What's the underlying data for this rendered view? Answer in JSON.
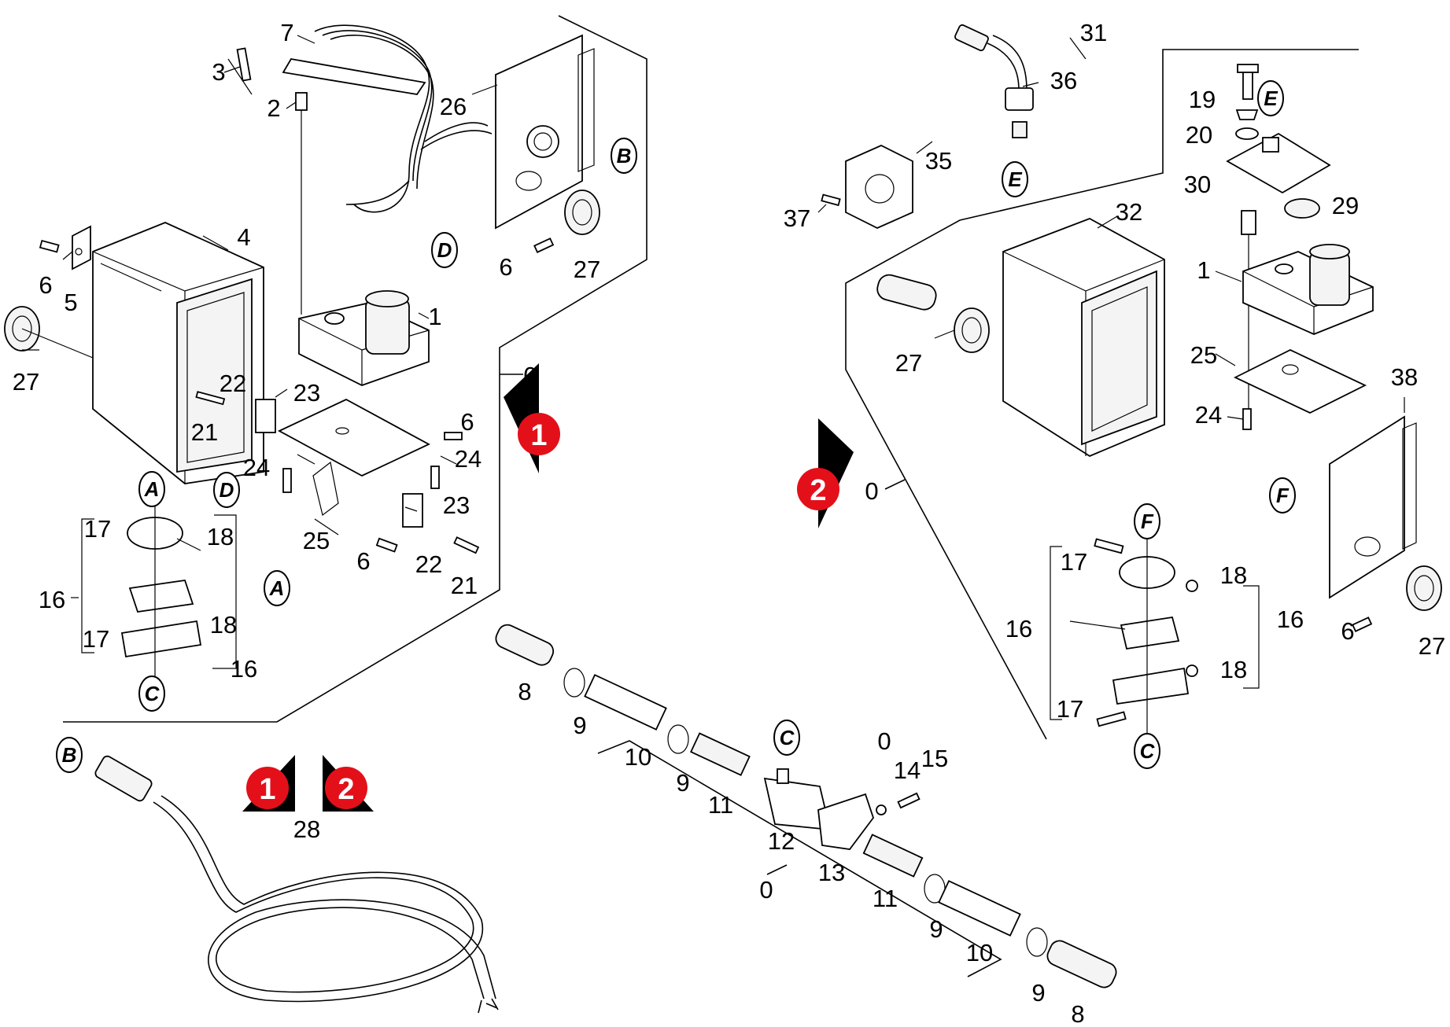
{
  "colors": {
    "badge_red": "#e3101a",
    "badge_black": "#000000",
    "line": "#000000",
    "background": "#ffffff"
  },
  "assembly_badges": [
    {
      "id": "callout-1-main",
      "label": "1"
    },
    {
      "id": "callout-2-main",
      "label": "2"
    },
    {
      "id": "callout-1-cable",
      "label": "1"
    },
    {
      "id": "callout-2-cable",
      "label": "2"
    }
  ],
  "labels": [
    {
      "id": "l1",
      "text": "7"
    },
    {
      "id": "l2",
      "text": "3"
    },
    {
      "id": "l3",
      "text": "2"
    },
    {
      "id": "l4",
      "text": "26"
    },
    {
      "id": "l5",
      "text": "4"
    },
    {
      "id": "l6",
      "text": "6"
    },
    {
      "id": "l7",
      "text": "5"
    },
    {
      "id": "l8",
      "text": "27"
    },
    {
      "id": "l9",
      "text": "6"
    },
    {
      "id": "l10",
      "text": "27"
    },
    {
      "id": "l11",
      "text": "1"
    },
    {
      "id": "l12",
      "text": "0"
    },
    {
      "id": "l13",
      "text": "22"
    },
    {
      "id": "l14",
      "text": "23"
    },
    {
      "id": "l15",
      "text": "21"
    },
    {
      "id": "l16",
      "text": "6"
    },
    {
      "id": "l17",
      "text": "24"
    },
    {
      "id": "l18",
      "text": "24"
    },
    {
      "id": "l19",
      "text": "23"
    },
    {
      "id": "l20",
      "text": "25"
    },
    {
      "id": "l21",
      "text": "6"
    },
    {
      "id": "l22",
      "text": "22"
    },
    {
      "id": "l23",
      "text": "21"
    },
    {
      "id": "l24",
      "text": "17"
    },
    {
      "id": "l25",
      "text": "18"
    },
    {
      "id": "l26",
      "text": "16"
    },
    {
      "id": "l27",
      "text": "18"
    },
    {
      "id": "l28",
      "text": "17"
    },
    {
      "id": "l29",
      "text": "16"
    },
    {
      "id": "l30",
      "text": "8"
    },
    {
      "id": "l31",
      "text": "9"
    },
    {
      "id": "l32",
      "text": "10"
    },
    {
      "id": "l33",
      "text": "9"
    },
    {
      "id": "l34",
      "text": "11"
    },
    {
      "id": "l35",
      "text": "12"
    },
    {
      "id": "l36",
      "text": "13"
    },
    {
      "id": "l37",
      "text": "0"
    },
    {
      "id": "l38",
      "text": "14"
    },
    {
      "id": "l39",
      "text": "15"
    },
    {
      "id": "l40",
      "text": "11"
    },
    {
      "id": "l41",
      "text": "9"
    },
    {
      "id": "l42",
      "text": "10"
    },
    {
      "id": "l43",
      "text": "9"
    },
    {
      "id": "l44",
      "text": "8"
    },
    {
      "id": "l45",
      "text": "0"
    },
    {
      "id": "l46",
      "text": "28"
    },
    {
      "id": "l47",
      "text": "31"
    },
    {
      "id": "l48",
      "text": "36"
    },
    {
      "id": "l49",
      "text": "35"
    },
    {
      "id": "l50",
      "text": "37"
    },
    {
      "id": "l51",
      "text": "32"
    },
    {
      "id": "l52",
      "text": "27"
    },
    {
      "id": "l53",
      "text": "19"
    },
    {
      "id": "l54",
      "text": "20"
    },
    {
      "id": "l55",
      "text": "30"
    },
    {
      "id": "l56",
      "text": "29"
    },
    {
      "id": "l57",
      "text": "1"
    },
    {
      "id": "l58",
      "text": "25"
    },
    {
      "id": "l59",
      "text": "24"
    },
    {
      "id": "l60",
      "text": "38"
    },
    {
      "id": "l61",
      "text": "0"
    },
    {
      "id": "l62",
      "text": "17"
    },
    {
      "id": "l63",
      "text": "18"
    },
    {
      "id": "l64",
      "text": "16"
    },
    {
      "id": "l65",
      "text": "16"
    },
    {
      "id": "l66",
      "text": "18"
    },
    {
      "id": "l67",
      "text": "17"
    },
    {
      "id": "l68",
      "text": "6"
    },
    {
      "id": "l69",
      "text": "27"
    }
  ],
  "ref_letters": [
    {
      "id": "r1",
      "text": "B"
    },
    {
      "id": "r2",
      "text": "D"
    },
    {
      "id": "r3",
      "text": "D"
    },
    {
      "id": "r4",
      "text": "A"
    },
    {
      "id": "r5",
      "text": "A"
    },
    {
      "id": "r6",
      "text": "C"
    },
    {
      "id": "r7",
      "text": "B"
    },
    {
      "id": "r8",
      "text": "C"
    },
    {
      "id": "r9",
      "text": "E"
    },
    {
      "id": "r10",
      "text": "E"
    },
    {
      "id": "r11",
      "text": "F"
    },
    {
      "id": "r12",
      "text": "F"
    },
    {
      "id": "r13",
      "text": "C"
    }
  ]
}
